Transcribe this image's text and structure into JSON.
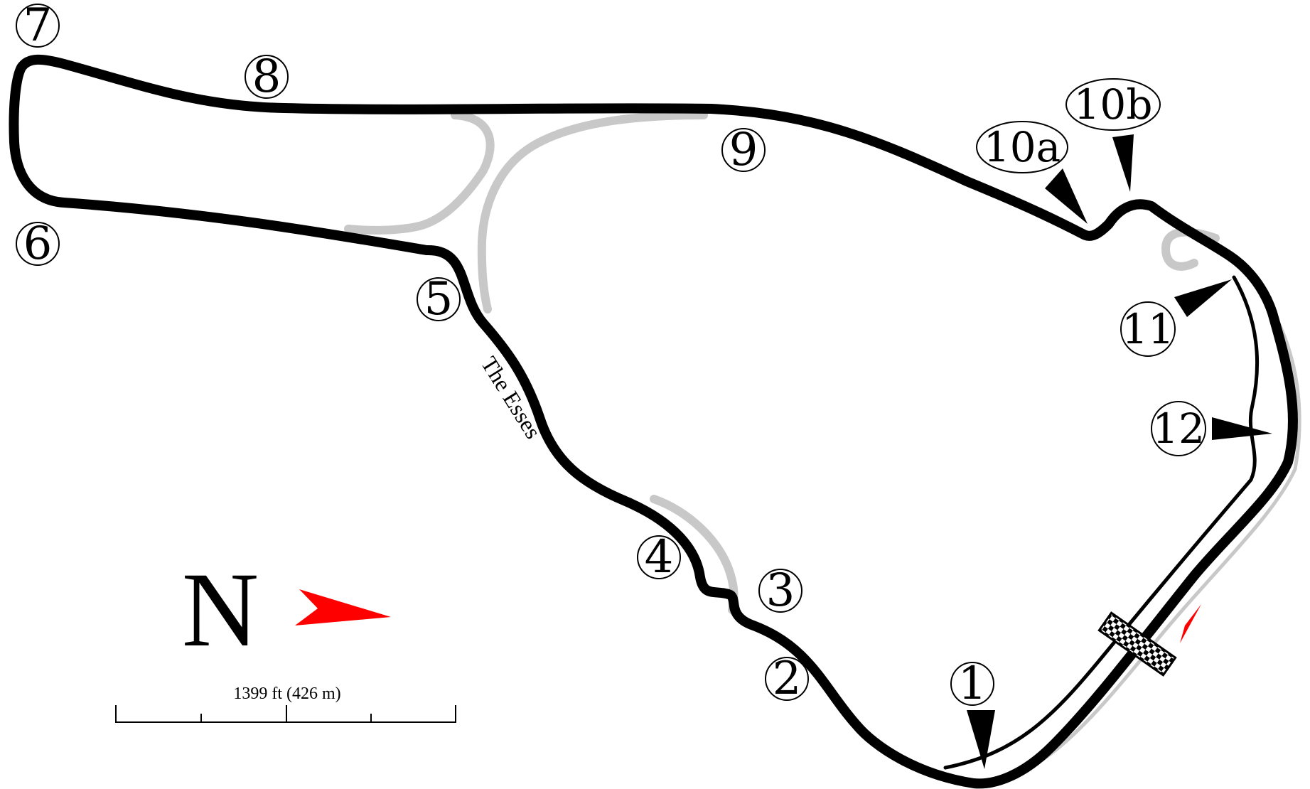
{
  "track": {
    "corners": [
      {
        "id": "1",
        "label": "1"
      },
      {
        "id": "2",
        "label": "2"
      },
      {
        "id": "3",
        "label": "3"
      },
      {
        "id": "4",
        "label": "4"
      },
      {
        "id": "5",
        "label": "5"
      },
      {
        "id": "6",
        "label": "6"
      },
      {
        "id": "7",
        "label": "7"
      },
      {
        "id": "8",
        "label": "8"
      },
      {
        "id": "9",
        "label": "9"
      },
      {
        "id": "10a",
        "label": "10a"
      },
      {
        "id": "10b",
        "label": "10b"
      },
      {
        "id": "11",
        "label": "11"
      },
      {
        "id": "12",
        "label": "12"
      }
    ],
    "section_label": "The Esses"
  },
  "compass": {
    "letter": "N",
    "arrow_color": "#ff0000"
  },
  "scale": {
    "label": "1399 ft (426 m)"
  },
  "colors": {
    "track": "#000000",
    "alternate_track": "#c8c8c8",
    "direction_arrow": "#ff0000"
  }
}
